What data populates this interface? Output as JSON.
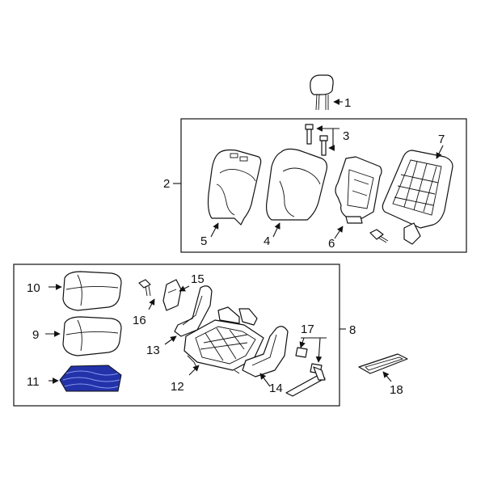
{
  "diagram": {
    "callouts": [
      "1",
      "2",
      "3",
      "4",
      "5",
      "6",
      "7",
      "8",
      "9",
      "10",
      "11",
      "12",
      "13",
      "14",
      "15",
      "16",
      "17",
      "18"
    ],
    "colors": {
      "line": "#111111",
      "background": "#ffffff",
      "highlight": "#2233aa"
    },
    "highlighted_part": "11"
  }
}
